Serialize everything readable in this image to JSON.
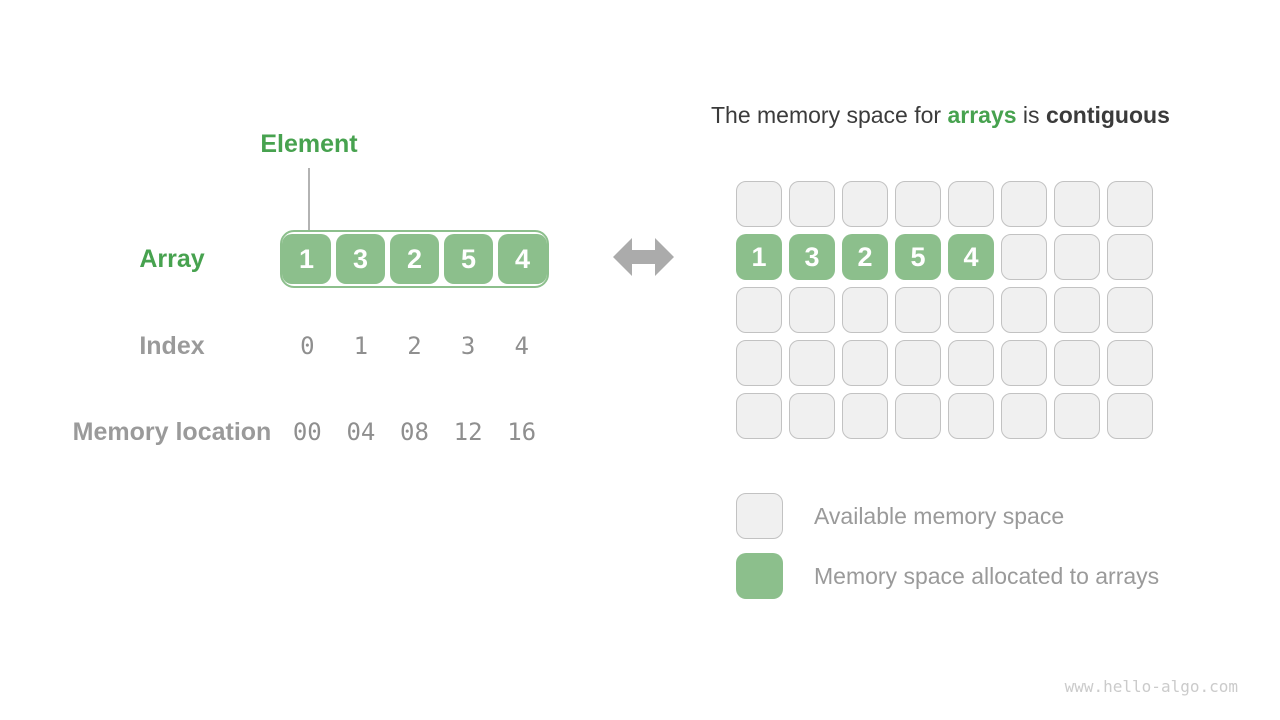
{
  "colors": {
    "green_text": "#47a24f",
    "green_fill": "#8cbf8c",
    "dark_text": "#3b3b3b",
    "gray_label": "#9a9a9a",
    "mono_number_gray": "#8f8f8f",
    "available_cell_fill": "#f0f0f0",
    "available_cell_border": "#c2c2c2",
    "arrow_gray": "#ababab",
    "watermark_gray": "#cbcbcb"
  },
  "left_panel": {
    "element_label": "Element",
    "array_label": "Array",
    "index_label": "Index",
    "memory_location_label": "Memory location",
    "array_values": [
      "1",
      "3",
      "2",
      "5",
      "4"
    ],
    "index_values": [
      "0",
      "1",
      "2",
      "3",
      "4"
    ],
    "memory_location_values": [
      "00",
      "04",
      "08",
      "12",
      "16"
    ]
  },
  "right_panel": {
    "title": {
      "part1": "The memory space for ",
      "highlight": "arrays",
      "part2": " is ",
      "bold": "contiguous"
    },
    "memory_grid": {
      "rows": 5,
      "cols": 8,
      "allocated_row": 1,
      "allocated_values": [
        "1",
        "3",
        "2",
        "5",
        "4"
      ]
    },
    "legend": [
      {
        "swatch": "available",
        "label": "Available memory space"
      },
      {
        "swatch": "allocated",
        "label": "Memory space allocated to arrays"
      }
    ]
  },
  "watermark": "www.hello-algo.com"
}
